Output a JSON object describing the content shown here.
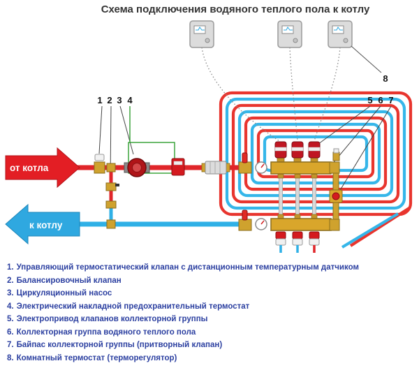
{
  "title": "Схема подключения водяного теплого пола к котлу",
  "arrows": {
    "from_boiler": "от котла",
    "to_boiler": "к котлу"
  },
  "callouts": {
    "c1": "1",
    "c2": "2",
    "c3": "3",
    "c4": "4",
    "c5": "5",
    "c6": "6",
    "c7": "7",
    "c8": "8"
  },
  "legend": [
    {
      "num": "1.",
      "text": "Управляющий термостатический клапан с дистанционным температурным датчиком"
    },
    {
      "num": "2.",
      "text": "Балансировочный клапан"
    },
    {
      "num": "3.",
      "text": "Циркуляционный насос"
    },
    {
      "num": "4.",
      "text": "Электрический накладной предохранительный термостат"
    },
    {
      "num": "5.",
      "text": "Электропривод клапанов коллекторной группы"
    },
    {
      "num": "6.",
      "text": "Коллекторная группа водяного теплого пола"
    },
    {
      "num": "7.",
      "text": "Байпас коллекторной группы (притворный клапан)"
    },
    {
      "num": "8.",
      "text": "Комнатный термостат (терморегулятор)"
    }
  ],
  "colors": {
    "hot_pipe": "#e0262a",
    "cold_pipe": "#2fb0e6",
    "brass": "#d9a62b",
    "actuator_red": "#c01622",
    "wire_green": "#2f9e2f",
    "legend_text": "#2b3fa0"
  }
}
